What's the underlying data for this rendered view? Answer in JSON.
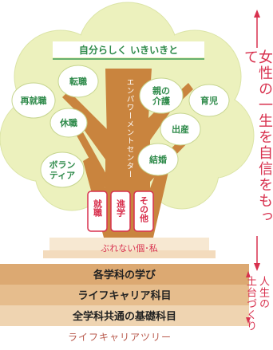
{
  "top_label": "自分らしく いきいきと",
  "trunk_label": "エンパワーメントセンター",
  "leaves": [
    {
      "text": "再就職"
    },
    {
      "text": "転職"
    },
    {
      "text": "休職"
    },
    {
      "text": "ボラン\nティア"
    },
    {
      "text": "親の\n介護"
    },
    {
      "text": "育児"
    },
    {
      "text": "出産"
    },
    {
      "text": "結婚"
    }
  ],
  "roots": [
    {
      "text": "就職"
    },
    {
      "text": "進学"
    },
    {
      "text": "その他"
    }
  ],
  "base_label": "ぶれない個･私",
  "layers": [
    {
      "text": "各学科の学び"
    },
    {
      "text": "ライフキャリア科目"
    },
    {
      "text": "全学科共通の基礎科目"
    }
  ],
  "side_main": "女性の一生を自信をもって",
  "side_sub_col1": "人生の",
  "side_sub_col2": "土台づくり",
  "caption": "ライフキャリアツリー",
  "colors": {
    "canopy": "#ecf1bd",
    "canopy_outline": "#d9e2a3",
    "trunk": "#c9843e",
    "leaf_green": "#3a9b55",
    "accent_red": "#d8314e",
    "layer_tan": "#d9a873",
    "layer_mid": "#e6bd8d",
    "layer_light": "#efd4b1"
  }
}
